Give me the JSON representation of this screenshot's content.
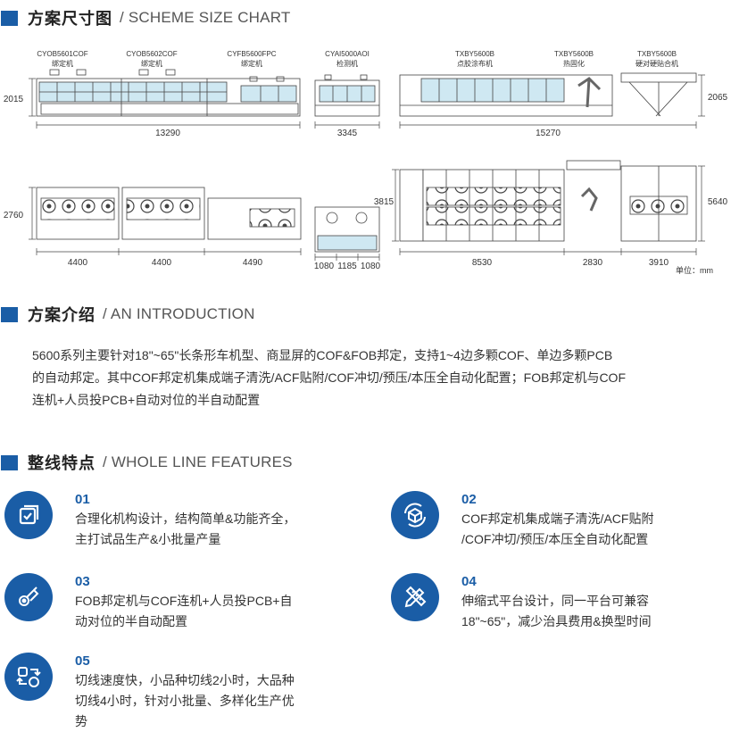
{
  "scheme": {
    "title_zh": "方案尺寸图",
    "title_en": "/ SCHEME SIZE CHART"
  },
  "machines": {
    "m1": {
      "model": "CYOB5601COF",
      "name": "绑定机"
    },
    "m2": {
      "model": "CYOB5602COF",
      "name": "绑定机"
    },
    "m3": {
      "model": "CYFB5600FPC",
      "name": "绑定机"
    },
    "m4": {
      "model": "CYAI5000AOI",
      "name": "检测机"
    },
    "m5": {
      "model": "TXBY5600B",
      "name": "点胶涂布机"
    },
    "m6": {
      "model": "TXBY5600B",
      "name": "热固化"
    },
    "m7": {
      "model": "TXBY5600B",
      "name": "硬对硬贴合机"
    }
  },
  "dims": {
    "h_left": "2015",
    "h_right": "2065",
    "w_bond": "13290",
    "w_aoi": "3345",
    "w_coat": "15270",
    "d_left": "2760",
    "d_mid": "3815",
    "d_right": "5640",
    "p1": "4400",
    "p2": "4400",
    "p3": "4490",
    "a1": "1080",
    "a2": "1185",
    "a3": "1080",
    "c1": "8530",
    "c2": "2830",
    "c3": "3910",
    "unit": "单位：mm"
  },
  "intro": {
    "title_zh": "方案介绍",
    "title_en": "/ AN INTRODUCTION",
    "line1": "5600系列主要针对18\"~65\"长条形车机型、商显屏的COF&FOB邦定，支持1~4边多颗COF、单边多颗PCB",
    "line2": "的自动邦定。其中COF邦定机集成端子清洗/ACF贴附/COF冲切/预压/本压全自动化配置；FOB邦定机与COF",
    "line3": "连机+人员投PCB+自动对位的半自动配置"
  },
  "features": {
    "title_zh": "整线特点",
    "title_en": "/ WHOLE LINE FEATURES",
    "items": [
      {
        "num": "01",
        "line1": "合理化机构设计，结构简单&功能齐全，",
        "line2": "主打试品生产&小批量产量",
        "line3": ""
      },
      {
        "num": "02",
        "line1": "COF邦定机集成端子清洗/ACF贴附",
        "line2": "/COF冲切/预压/本压全自动化配置",
        "line3": ""
      },
      {
        "num": "03",
        "line1": "FOB邦定机与COF连机+人员投PCB+自",
        "line2": "动对位的半自动配置",
        "line3": ""
      },
      {
        "num": "04",
        "line1": "伸缩式平台设计，同一平台可兼容",
        "line2": "18\"~65\"，减少治具费用&换型时间",
        "line3": ""
      },
      {
        "num": "05",
        "line1": "切线速度快，小品种切线2小时，大品种",
        "line2": "切线4小时，针对小批量、多样化生产优",
        "line3": "势"
      }
    ]
  },
  "colors": {
    "accent": "#1a5da6",
    "glass": "#cfe8f2",
    "line": "#444444"
  },
  "icons": [
    "scale-check-icon",
    "cube-cycle-icon",
    "arm-icon",
    "pencil-ruler-icon",
    "switch-icon"
  ]
}
